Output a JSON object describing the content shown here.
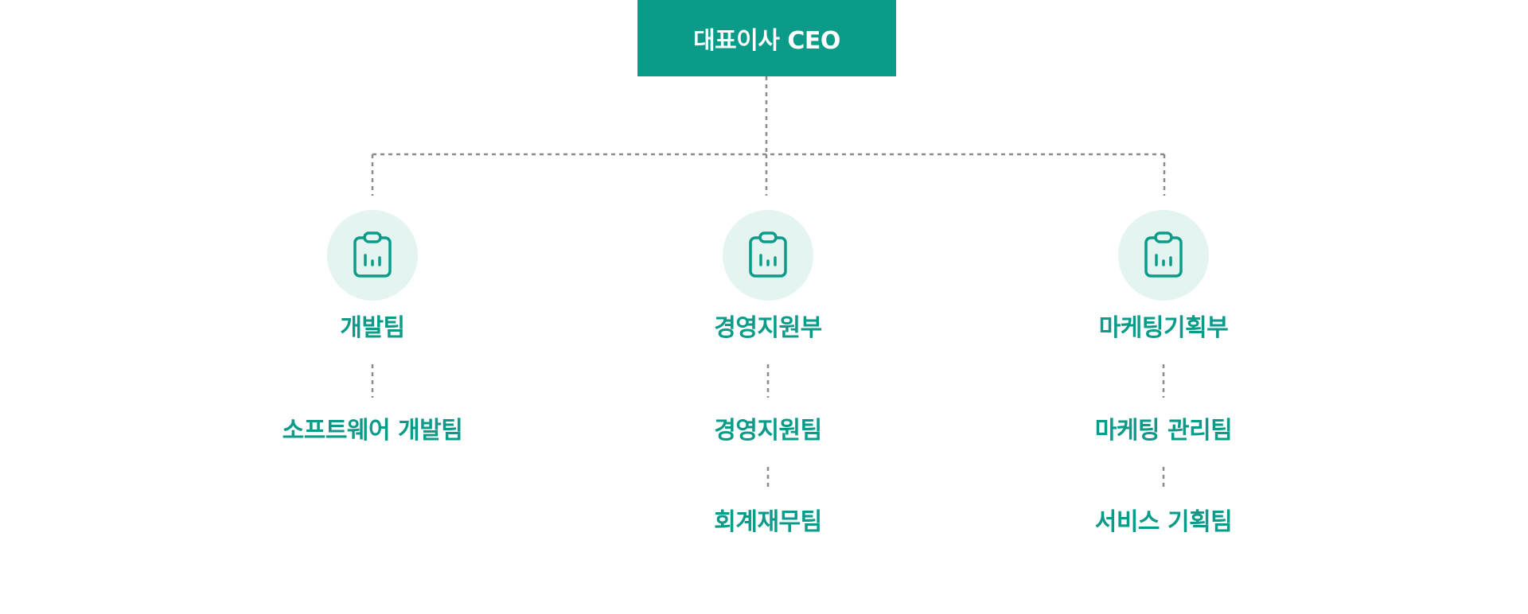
{
  "ceo": {
    "label": "대표이사 CEO"
  },
  "colors": {
    "accent": "#0a9b89",
    "icon_bg": "#e3f4f1",
    "connector": "#8c8c8c"
  },
  "icon_name": "clipboard-chart-icon",
  "departments": [
    {
      "name": "개발팀",
      "teams": [
        "소프트웨어 개발팀"
      ]
    },
    {
      "name": "경영지원부",
      "teams": [
        "경영지원팀",
        "회계재무팀"
      ]
    },
    {
      "name": "마케팅기획부",
      "teams": [
        "마케팅 관리팀",
        "서비스 기획팀"
      ]
    }
  ]
}
